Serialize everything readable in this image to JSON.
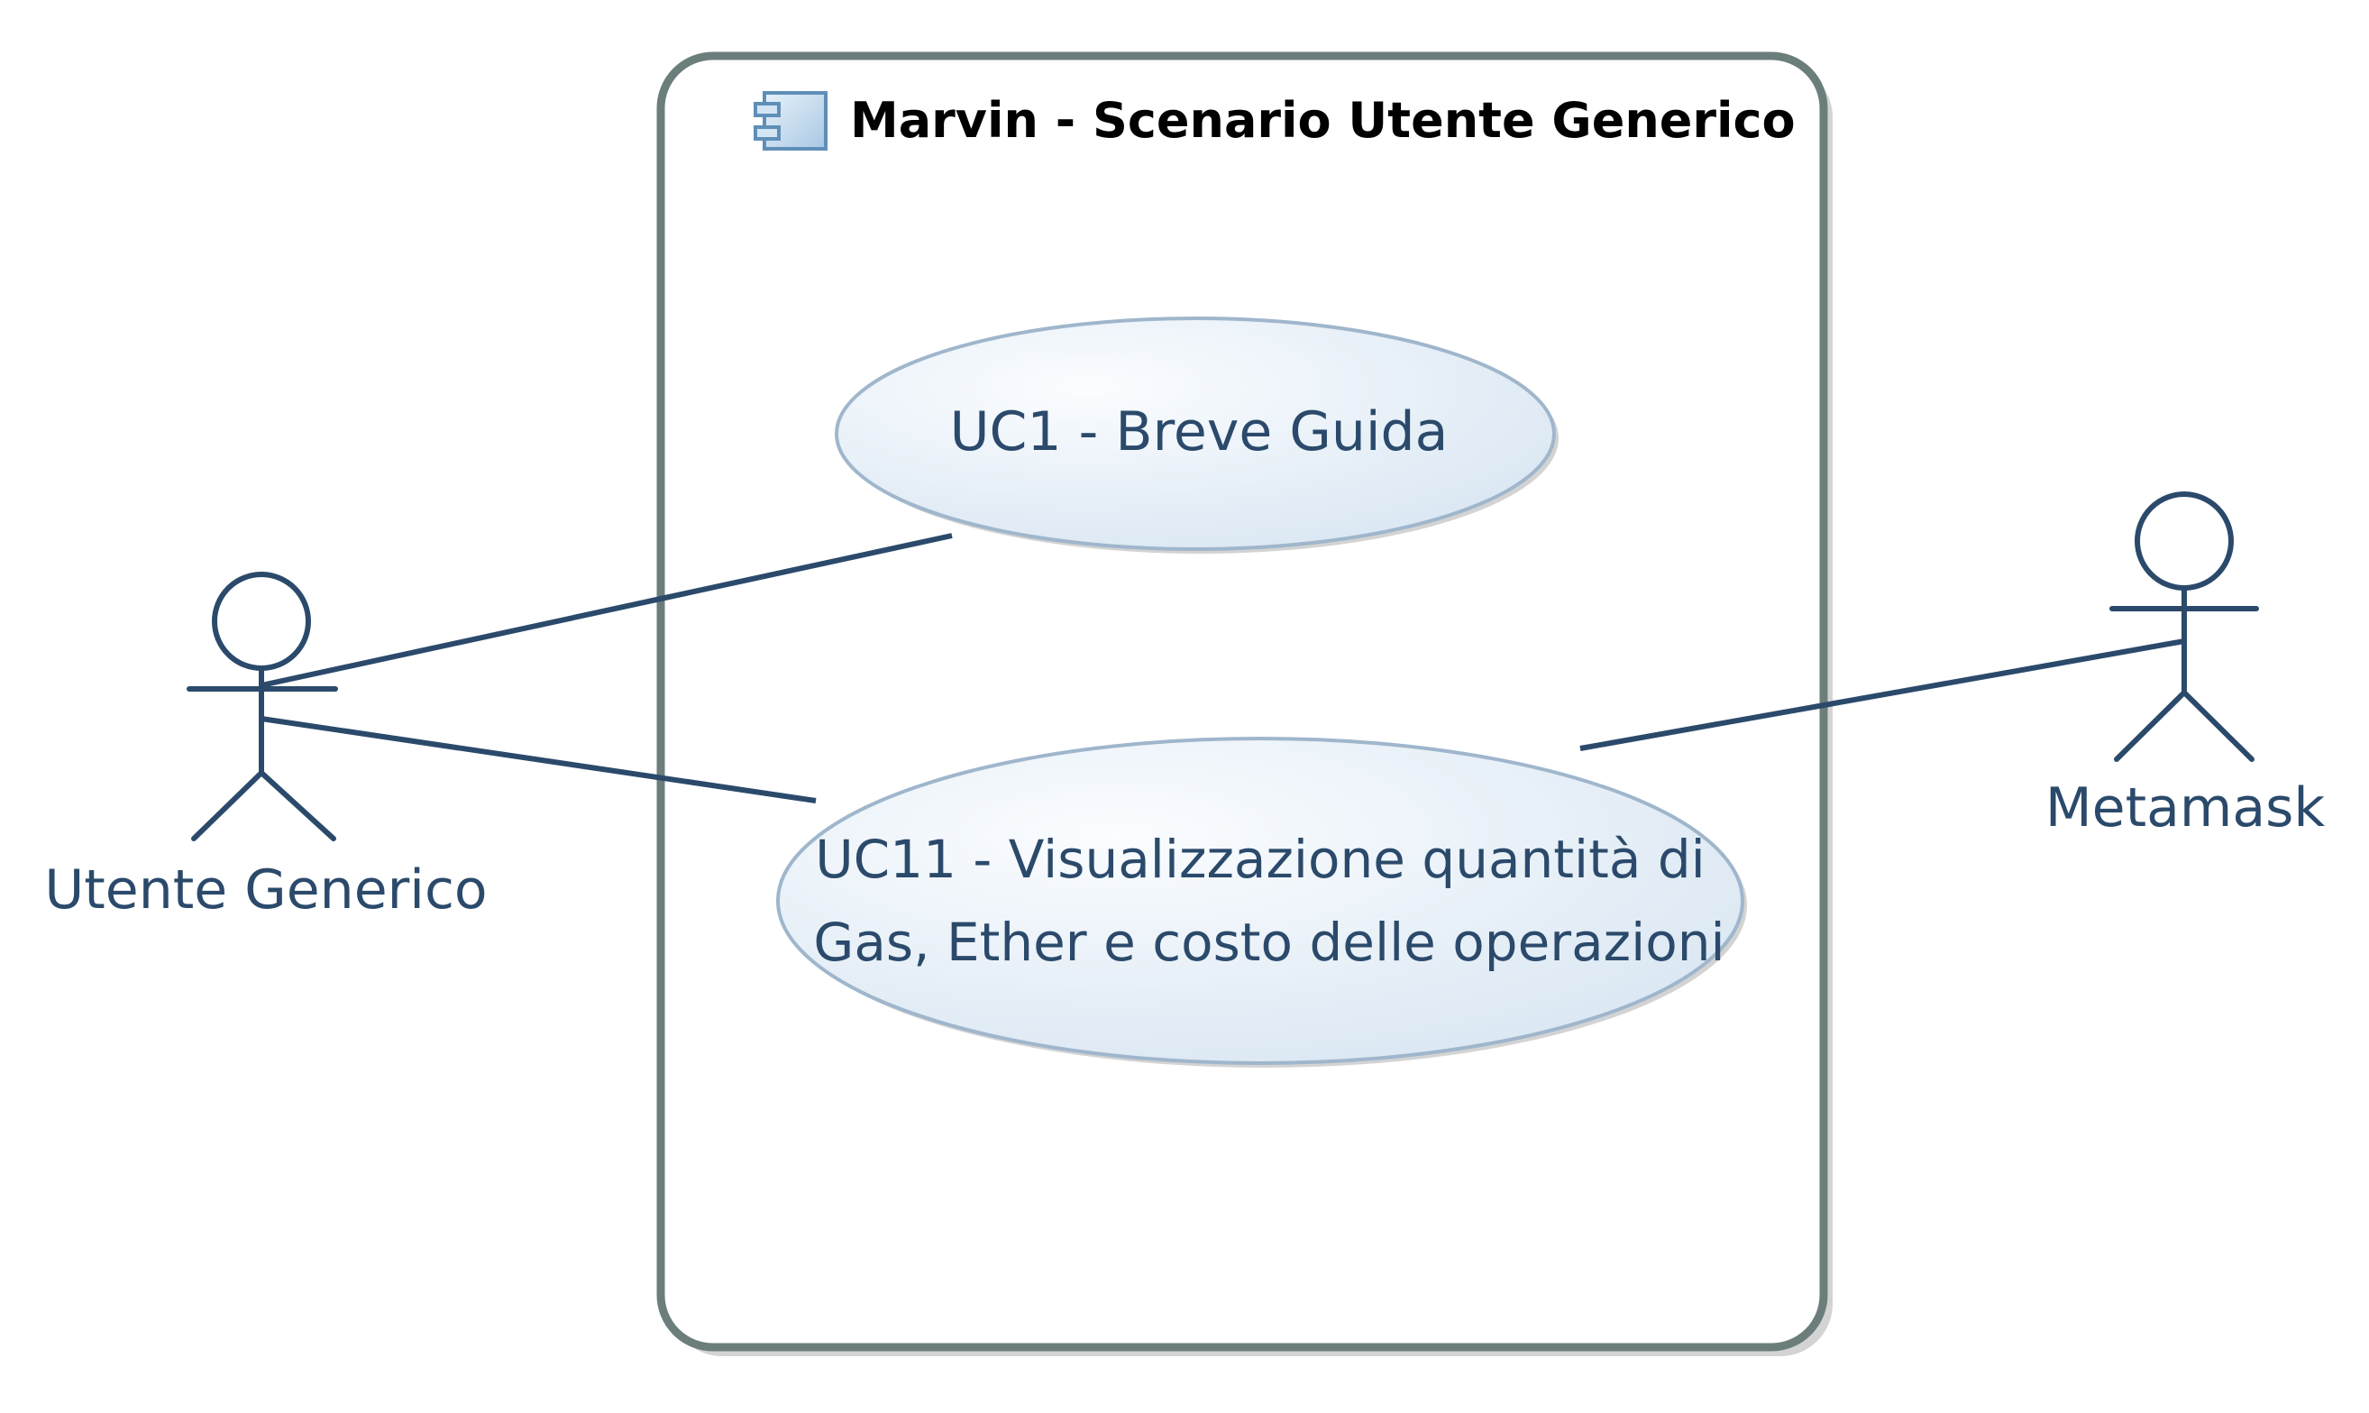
{
  "diagram": {
    "system": {
      "title": "Marvin - Scenario Utente Generico",
      "icon": "component-icon"
    },
    "use_cases": [
      {
        "id": "uc1",
        "lines": [
          "UC1 - Breve Guida"
        ]
      },
      {
        "id": "uc11",
        "lines": [
          "UC11 - Visualizzazione quantità di",
          "Gas, Ether e costo delle operazioni"
        ]
      }
    ],
    "actors": [
      {
        "id": "utente",
        "label": "Utente Generico",
        "icon": "actor-icon"
      },
      {
        "id": "metamask",
        "label": "Metamask",
        "icon": "actor-icon"
      }
    ],
    "associations": [
      {
        "from": "utente",
        "to": "uc1"
      },
      {
        "from": "utente",
        "to": "uc11"
      },
      {
        "from": "metamask",
        "to": "uc11"
      }
    ],
    "colors": {
      "line": "#2b4a6b",
      "system_border": "#6b7e7b",
      "usecase_fill_light": "#f3f7fc",
      "usecase_fill_dark": "#dbe7f3",
      "usecase_border": "#9fb6cc"
    }
  }
}
